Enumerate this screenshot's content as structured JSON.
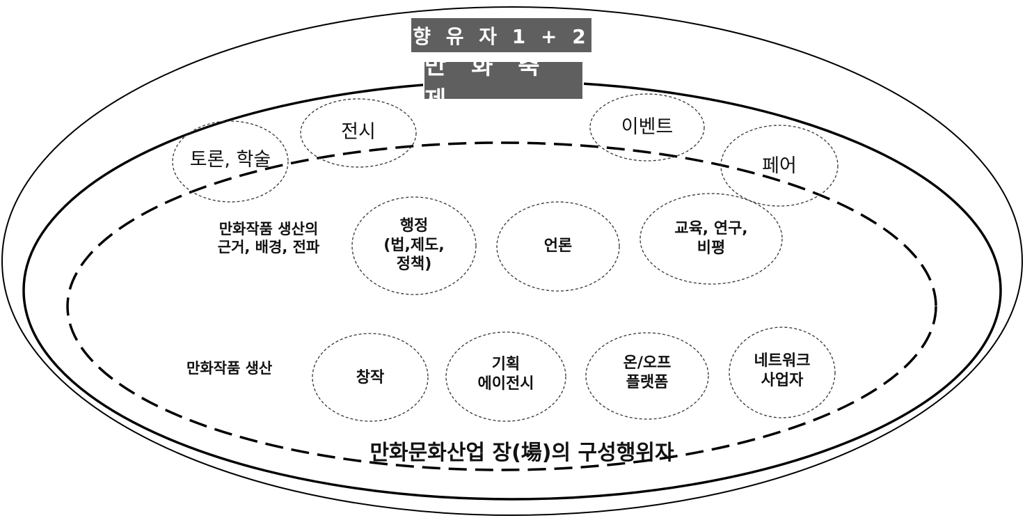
{
  "diagram": {
    "outer_title": "향 유 자 1 + 2",
    "festival_title": "만 화 축 제",
    "field_title": "만화문화산업 장(場)의 구성행위자",
    "events": {
      "debate": "토론, 학술",
      "exhibition": "전시",
      "event": "이벤트",
      "fair": "페어"
    },
    "row_labels": {
      "foundation": "만화작품 생산의\n근거, 배경, 전파",
      "production": "만화작품 생산"
    },
    "foundation_actors": {
      "administration": "행정\n(법,제도,\n정책)",
      "press": "언론",
      "education": "교육, 연구,\n비평"
    },
    "production_actors": {
      "creation": "창작",
      "agency": "기획\n에이전시",
      "platform": "온/오프\n플랫폼",
      "network": "네트워크\n사업자"
    }
  }
}
